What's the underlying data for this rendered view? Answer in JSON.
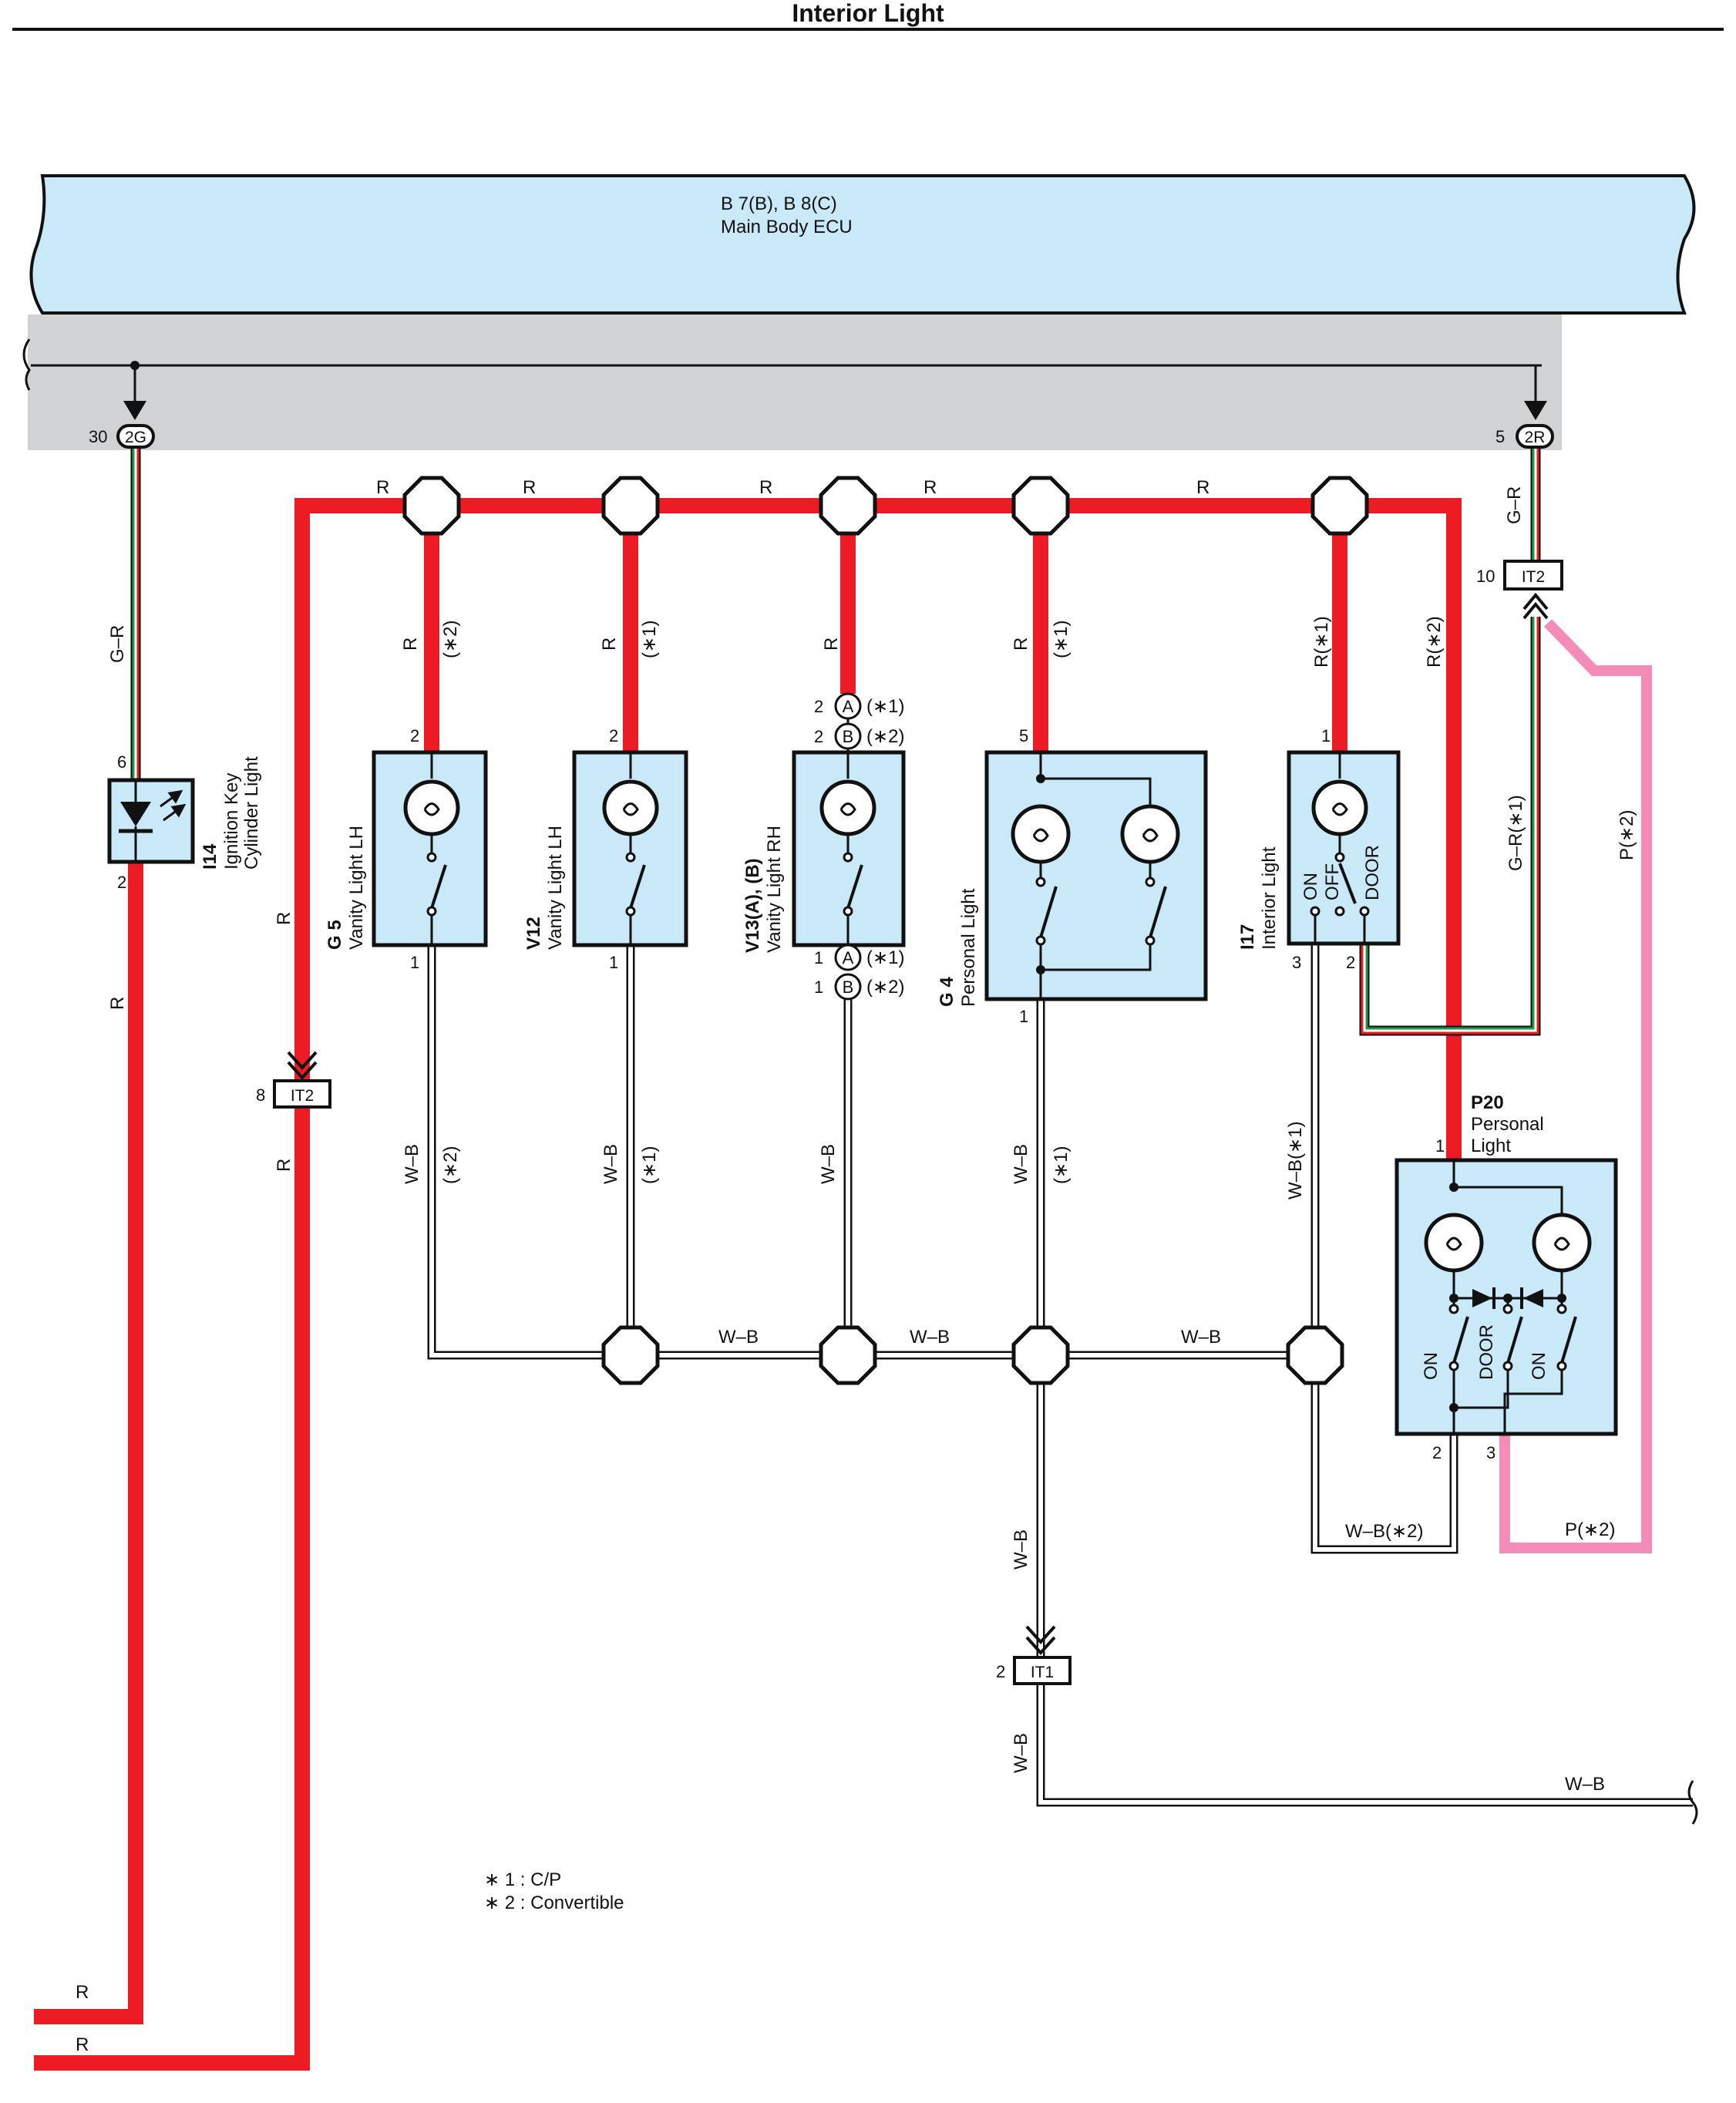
{
  "title": "Interior Light",
  "ecu": {
    "code": "B 7(B), B 8(C)",
    "name": "Main Body ECU"
  },
  "connectors": {
    "c2G": "2G",
    "c2R": "2R",
    "cIT2": "IT2",
    "cIT1": "IT1",
    "pin30": "30",
    "pin5": "5",
    "pin10": "10",
    "pin8": "8",
    "pin2": "2"
  },
  "components": {
    "i14": {
      "code": "I14",
      "name_1": "Ignition Key",
      "name_2": "Cylinder Light",
      "pin_in": "6",
      "pin_out": "2"
    },
    "g5": {
      "code": "G 5",
      "name": "Vanity Light LH",
      "pin_in": "2",
      "pin_out": "1"
    },
    "v12": {
      "code": "V12",
      "name": "Vanity Light LH",
      "pin_in": "2",
      "pin_out": "1"
    },
    "v13": {
      "code": "V13(A), (B)",
      "name": "Vanity Light RH",
      "pin_in_a": "2",
      "pin_in_b": "2",
      "pin_out_a": "1",
      "pin_out_b": "1",
      "conn_a": "A",
      "conn_b": "B",
      "note_1": "(∗1)",
      "note_2": "(∗2)"
    },
    "g4": {
      "code": "G 4",
      "name": "Personal Light",
      "pin_in": "5",
      "pin_out": "1"
    },
    "i17": {
      "code": "I17",
      "name": "Interior Light",
      "pin_in": "1",
      "pin_3": "3",
      "pin_2": "2",
      "sw_on": "ON",
      "sw_off": "OFF",
      "sw_door": "DOOR"
    },
    "p20": {
      "code": "P20",
      "name_1": "Personal",
      "name_2": "Light",
      "pin_in": "1",
      "pin_2": "2",
      "pin_3": "3",
      "sw_on1": "ON",
      "sw_door": "DOOR",
      "sw_on2": "ON"
    }
  },
  "wires": {
    "r": "R",
    "gr": "G–R",
    "wb": "W–B",
    "note1": "(∗1)",
    "note2": "(∗2)",
    "r_n1": "R(∗1)",
    "r_n2": "R(∗2)",
    "gr_n1": "G–R(∗1)",
    "p_n2": "P(∗2)",
    "wb_n1": "W–B(∗1)",
    "wb_n2": "W–B(∗2)"
  },
  "footnotes": {
    "n1": "∗ 1 : C/P",
    "n2": "∗ 2 : Convertible"
  },
  "colors": {
    "red": "#ED1C24",
    "pink": "#F48CB7",
    "green": "#1B9A48",
    "blue_fill": "#C9E9F8",
    "gray_band": "#D1D2D4"
  }
}
